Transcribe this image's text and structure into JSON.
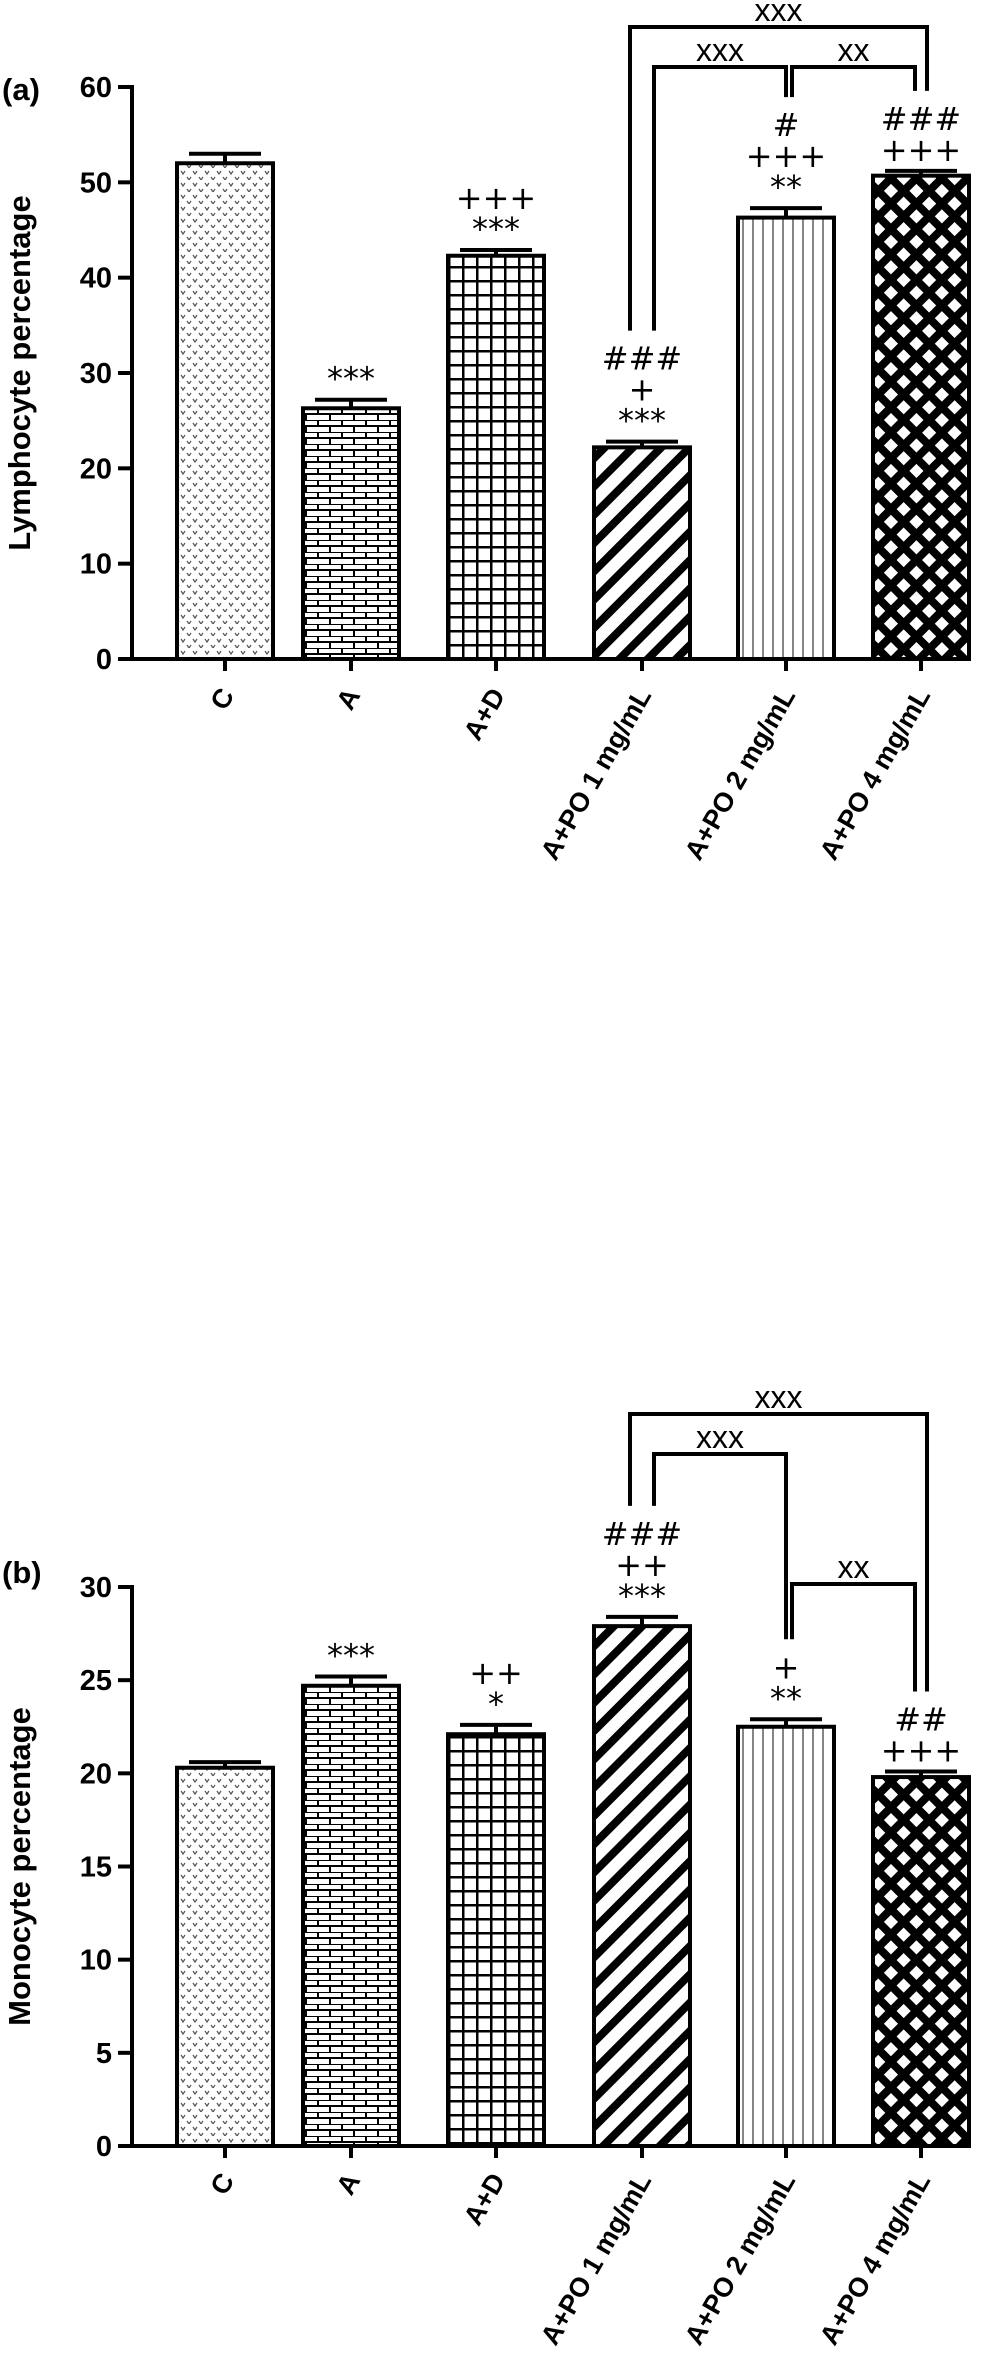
{
  "chart_data": [
    {
      "type": "bar",
      "panel_label": "(a)",
      "ylabel": "Lymphocyte percentage",
      "ylim": [
        0,
        60
      ],
      "yticks": [
        0,
        10,
        20,
        30,
        40,
        50,
        60
      ],
      "categories": [
        "C",
        "A",
        "A+D",
        "A+PO 1 mg/mL",
        "A+PO 2 mg/mL",
        "A+PO 4 mg/mL"
      ],
      "values": [
        52,
        26.3,
        42.3,
        22.2,
        46.3,
        50.7
      ],
      "errors": [
        1.0,
        0.9,
        0.6,
        0.6,
        1.0,
        0.5
      ],
      "patterns": [
        "dots",
        "bricks",
        "grid",
        "diagonal",
        "vertical",
        "crosshatch"
      ],
      "significance": [
        [],
        [
          "***"
        ],
        [
          "***",
          "+++"
        ],
        [
          "***",
          "+",
          "###"
        ],
        [
          "**",
          "+++",
          "#"
        ],
        [
          "+++",
          "###"
        ]
      ],
      "comparisons": [
        {
          "from": 3,
          "to": 5,
          "label": "xxx"
        },
        {
          "from": 3,
          "to": 4,
          "label": "xxx"
        },
        {
          "from": 4,
          "to": 5,
          "label": "xx"
        }
      ]
    },
    {
      "type": "bar",
      "panel_label": "(b)",
      "ylabel": "Monocyte percentage",
      "ylim": [
        0,
        30
      ],
      "yticks": [
        0,
        5,
        10,
        15,
        20,
        25,
        30
      ],
      "categories": [
        "C",
        "A",
        "A+D",
        "A+PO 1 mg/mL",
        "A+PO 2 mg/mL",
        "A+PO 4 mg/mL"
      ],
      "values": [
        20.3,
        24.7,
        22.1,
        27.9,
        22.5,
        19.8
      ],
      "errors": [
        0.3,
        0.5,
        0.5,
        0.5,
        0.4,
        0.3
      ],
      "patterns": [
        "dots",
        "bricks",
        "grid",
        "diagonal",
        "vertical",
        "crosshatch"
      ],
      "significance": [
        [],
        [
          "***"
        ],
        [
          "*",
          "++"
        ],
        [
          "***",
          "++",
          "###"
        ],
        [
          "**",
          "+"
        ],
        [
          "+++",
          "##"
        ]
      ],
      "comparisons": [
        {
          "from": 3,
          "to": 5,
          "label": "xxx"
        },
        {
          "from": 3,
          "to": 4,
          "label": "xxx"
        },
        {
          "from": 4,
          "to": 5,
          "label": "xx"
        }
      ]
    }
  ]
}
